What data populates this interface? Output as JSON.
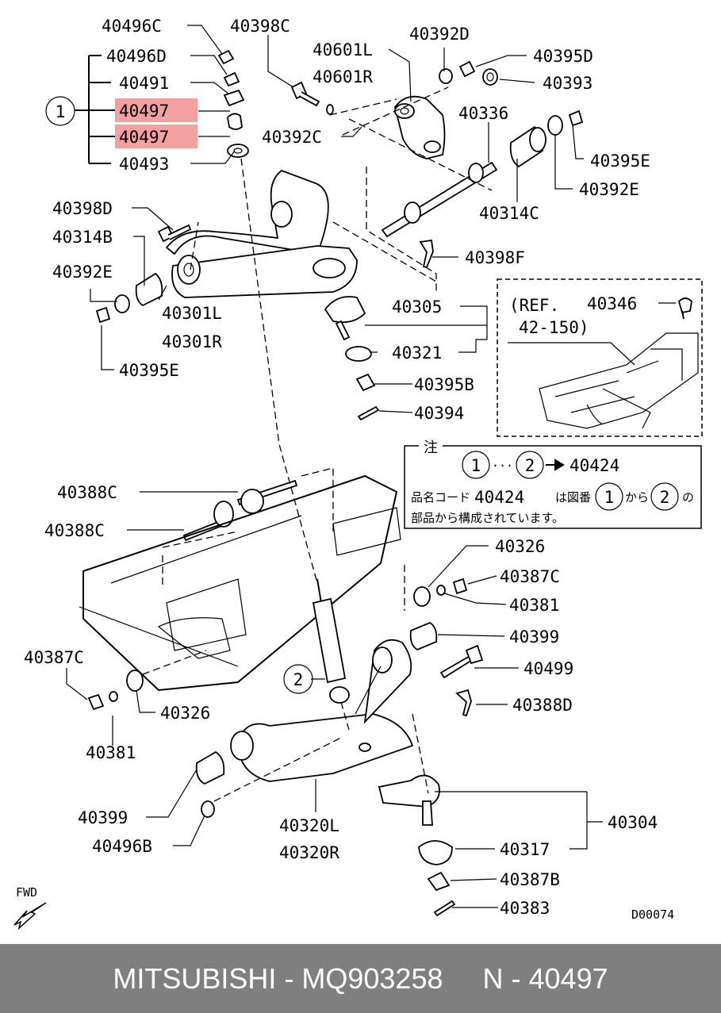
{
  "labels": {
    "p40496C": "40496C",
    "p40398C": "40398C",
    "p40392D": "40392D",
    "p40601L": "40601L",
    "p40601R": "40601R",
    "p40395D": "40395D",
    "p40496D": "40496D",
    "p40491": "40491",
    "p40393": "40393",
    "p40497a": "40497",
    "p40497b": "40497",
    "p40336": "40336",
    "p40392C": "40392C",
    "p40395E_top": "40395E",
    "p40493": "40493",
    "p40392E_right": "40392E",
    "p40398D": "40398D",
    "p40314C": "40314C",
    "p40314B": "40314B",
    "p40398F": "40398F",
    "p40392E_left": "40392E",
    "p40301L": "40301L",
    "p40301R": "40301R",
    "p40305": "40305",
    "p40321": "40321",
    "p40395E_left": "40395E",
    "p40395B": "40395B",
    "p40394": "40394",
    "p40388C_a": "40388C",
    "p40388C_b": "40388C",
    "p40326_right": "40326",
    "p40387C_right": "40387C",
    "p40381_right": "40381",
    "p40399_right": "40399",
    "p40387C_left": "40387C",
    "p40499": "40499",
    "p40388D": "40388D",
    "p40326_left": "40326",
    "p40381_left": "40381",
    "p40399_left": "40399",
    "p40304": "40304",
    "p40496B": "40496B",
    "p40320L": "40320L",
    "p40320R": "40320R",
    "p40317": "40317",
    "p40387B": "40387B",
    "p40383": "40383",
    "p40346": "40346",
    "ref_line1": "(REF.",
    "ref_line2": "42-150)",
    "callout1": "1",
    "callout2": "2",
    "fwd": "FWD",
    "diagram_code": "D00074"
  },
  "note": {
    "title": "注",
    "circle1": "1",
    "dots": "···",
    "circle2": "2",
    "arrow_target": "40424",
    "text_prefix": "品名コード",
    "text_code": "40424",
    "text_mid": "は図番",
    "circle1b": "1",
    "text_kara": "から",
    "circle2b": "2",
    "text_no": "の",
    "line2": "部品から構成されています。"
  },
  "highlight_color": "#f2a0a0",
  "footer": {
    "brand": "MITSUBISHI",
    "sep1": " - ",
    "part_number": "MQ903258",
    "gap": "     ",
    "label": "N - 40497"
  }
}
